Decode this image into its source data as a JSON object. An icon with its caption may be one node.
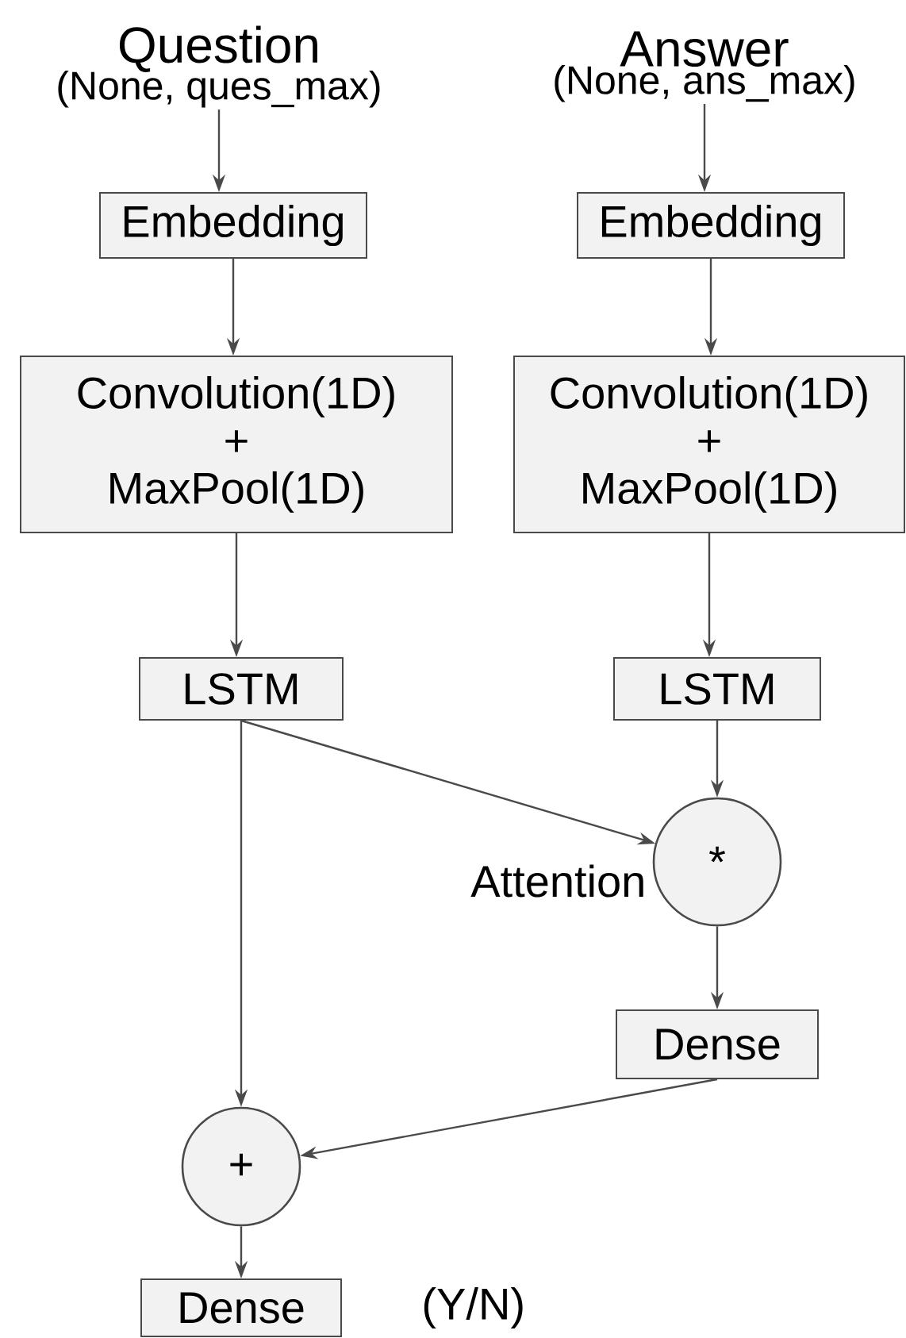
{
  "diagram": {
    "nodes": [
      {
        "text": [
          "Question",
          "(None, ques_max)"
        ]
      },
      {
        "text": [
          "Answer",
          "(None, ans_max)"
        ]
      },
      {
        "text": [
          "Embedding"
        ]
      },
      {
        "text": [
          "Embedding"
        ]
      },
      {
        "text": [
          "Convolution(1D) + MaxPool(1D)"
        ]
      },
      {
        "text": [
          "Convolution(1D) + MaxPool(1D)"
        ]
      },
      {
        "text": [
          "LSTM"
        ]
      },
      {
        "text": [
          "LSTM"
        ]
      },
      {
        "text": [
          "*"
        ],
        "beside": [
          "Attention"
        ]
      },
      {
        "text": [
          "Dense"
        ]
      },
      {
        "text": [
          "+"
        ]
      },
      {
        "text": [
          "Dense"
        ],
        "beside": [
          "(Y/N)"
        ]
      }
    ],
    "edges": [
      {
        "from": 0,
        "to": 2,
        "arrow": "to"
      },
      {
        "from": 1,
        "to": 3,
        "arrow": "to"
      },
      {
        "from": 2,
        "to": 4,
        "arrow": "to"
      },
      {
        "from": 3,
        "to": 5,
        "arrow": "to"
      },
      {
        "from": 4,
        "to": 6,
        "arrow": "to"
      },
      {
        "from": 5,
        "to": 7,
        "arrow": "to"
      },
      {
        "from": 6,
        "to": 8,
        "arrow": "to"
      },
      {
        "from": 7,
        "to": 8,
        "arrow": "to"
      },
      {
        "from": 6,
        "to": 10,
        "arrow": "to"
      },
      {
        "from": 8,
        "to": 9,
        "arrow": "to"
      },
      {
        "from": 9,
        "to": 10,
        "arrow": "to"
      },
      {
        "from": 10,
        "to": 11,
        "arrow": "to"
      }
    ]
  }
}
